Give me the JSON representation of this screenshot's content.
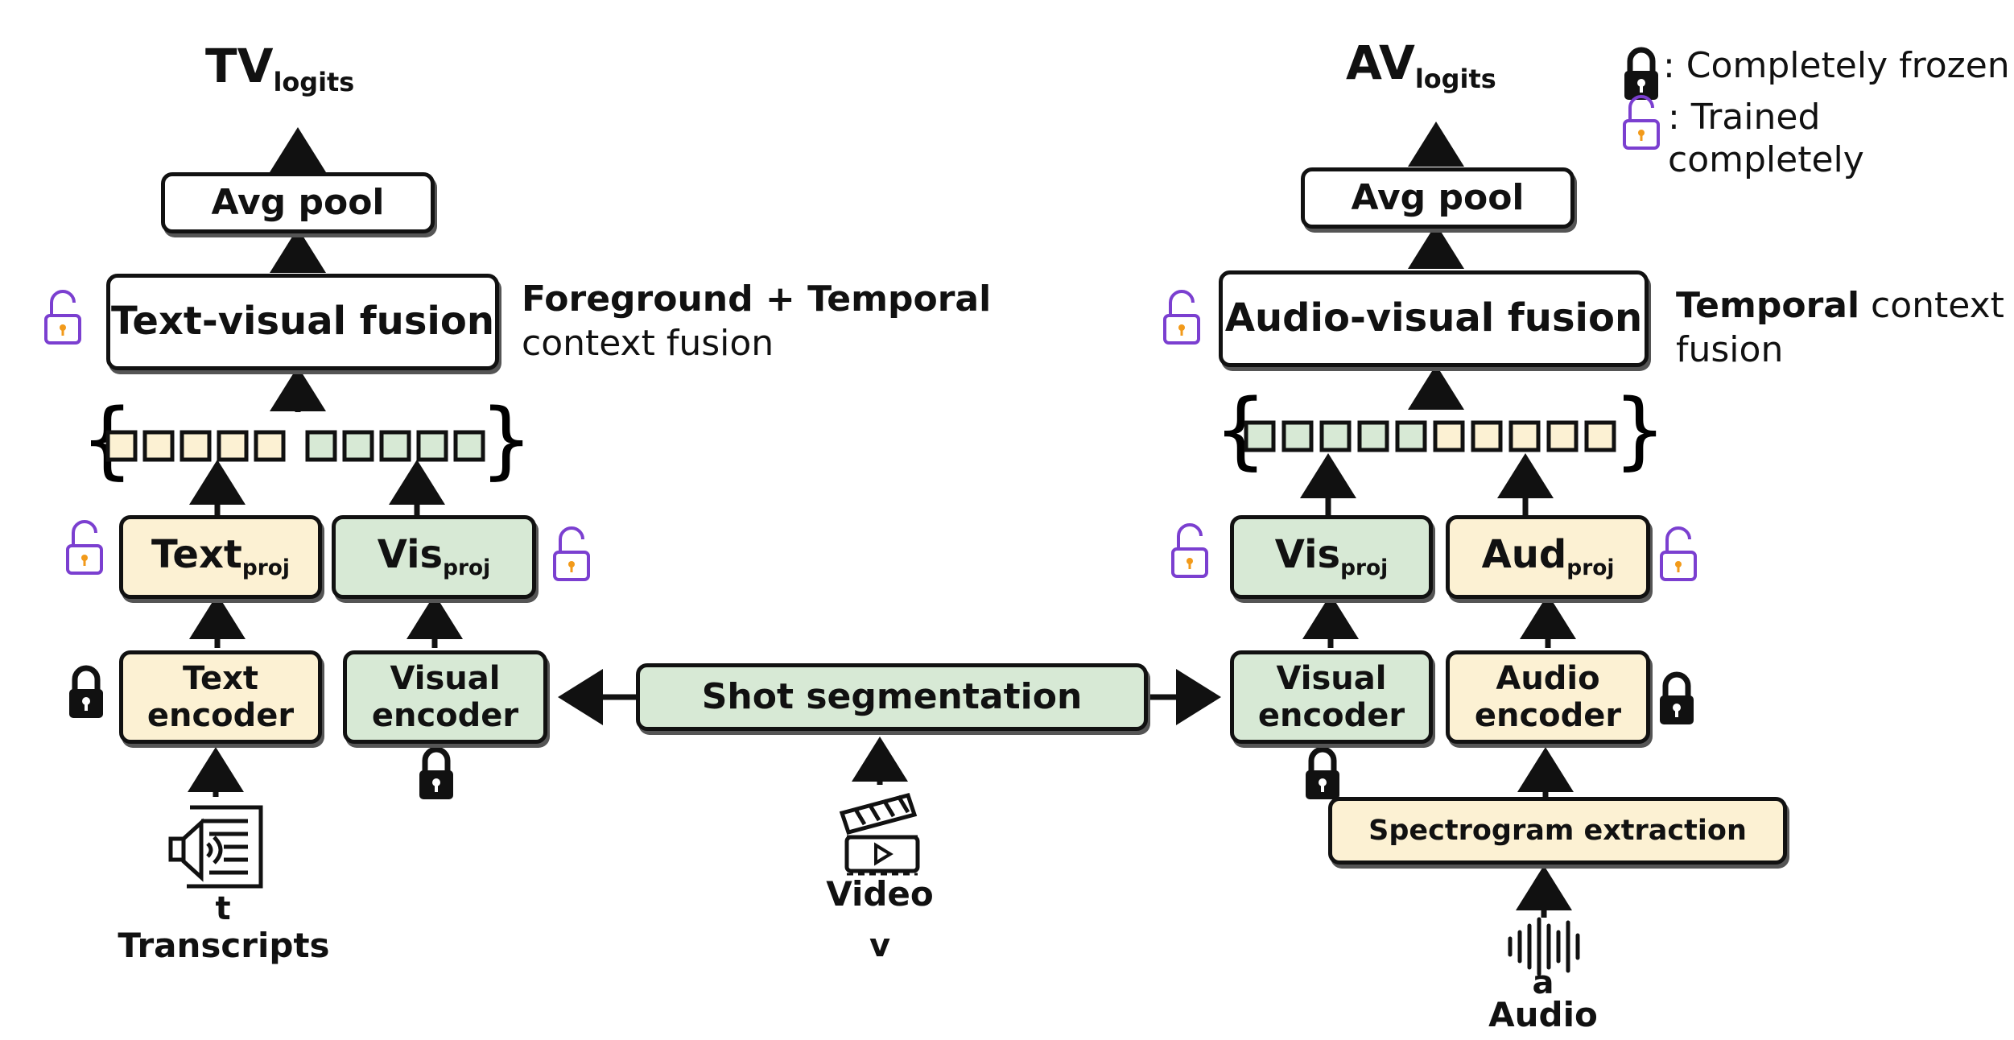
{
  "legend": {
    "frozen_label": ": Completely frozen",
    "trained_label": ": Trained completely"
  },
  "left": {
    "output_main": "TV",
    "output_sub": "logits",
    "avg_pool": "Avg pool",
    "fusion": "Text-visual fusion",
    "fusion_desc_bold": "Foreground + Temporal",
    "fusion_desc_rest": "context fusion",
    "text_proj_main": "Text",
    "text_proj_sub": "proj",
    "vis_proj_main": "Vis",
    "vis_proj_sub": "proj",
    "text_encoder_line1": "Text",
    "text_encoder_line2": "encoder",
    "visual_encoder_line1": "Visual",
    "visual_encoder_line2": "encoder",
    "input_symbol": "t",
    "input_label": "Transcripts"
  },
  "center": {
    "shot_segmentation": "Shot segmentation",
    "input_label": "Video",
    "input_symbol": "v"
  },
  "right": {
    "output_main": "AV",
    "output_sub": "logits",
    "avg_pool": "Avg pool",
    "fusion": "Audio-visual fusion",
    "fusion_desc_bold": "Temporal",
    "fusion_desc_rest1": " context",
    "fusion_desc_rest2": "fusion",
    "vis_proj_main": "Vis",
    "vis_proj_sub": "proj",
    "aud_proj_main": "Aud",
    "aud_proj_sub": "proj",
    "visual_encoder_line1": "Visual",
    "visual_encoder_line2": "encoder",
    "audio_encoder_line1": "Audio",
    "audio_encoder_line2": "encoder",
    "spectrogram": "Spectrogram extraction",
    "input_symbol": "a",
    "input_label": "Audio"
  },
  "colors": {
    "text_modality": "#fcf1d3",
    "visual_modality": "#d7e9d5",
    "trained_lock": "#7b3fd0",
    "lock_keyhole": "#f29a1a",
    "border": "#111111"
  },
  "icons": [
    "lock-closed-icon",
    "lock-open-icon",
    "transcript-icon",
    "clapperboard-icon",
    "audio-wave-icon"
  ]
}
